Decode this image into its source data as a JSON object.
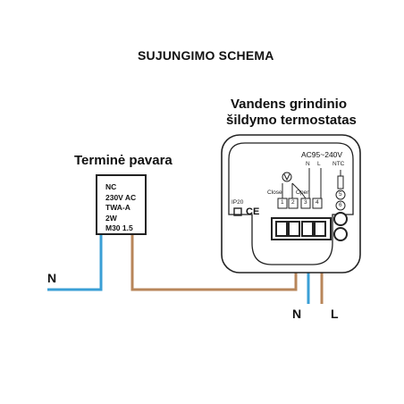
{
  "diagram": {
    "title": "SUJUNGIMO SCHEMA",
    "actuator": {
      "label": "Terminė pavara",
      "lines": [
        "NC",
        "230V AC",
        "TWA-A",
        "2W",
        "M30 1.5"
      ]
    },
    "thermostat": {
      "label_line1": "Vandens grindinio",
      "label_line2": "šildymo termostatas",
      "supply_label": "AC95~240V",
      "n_label": "N",
      "l_label": "L",
      "ntc_label": "NTC",
      "close_label": "Close",
      "open_label": "Open",
      "terminal_numbers": [
        "1",
        "2",
        "3",
        "4"
      ],
      "ntc_terminals": [
        "5",
        "6"
      ],
      "ip_rating": "IP20",
      "ce_mark": "CE"
    },
    "wires": {
      "left_n_label": "N",
      "bottom_n_label": "N",
      "bottom_l_label": "L"
    },
    "colors": {
      "neutral_wire": "#3a9fd6",
      "live_wire": "#b8865a",
      "outline": "#222222"
    }
  }
}
